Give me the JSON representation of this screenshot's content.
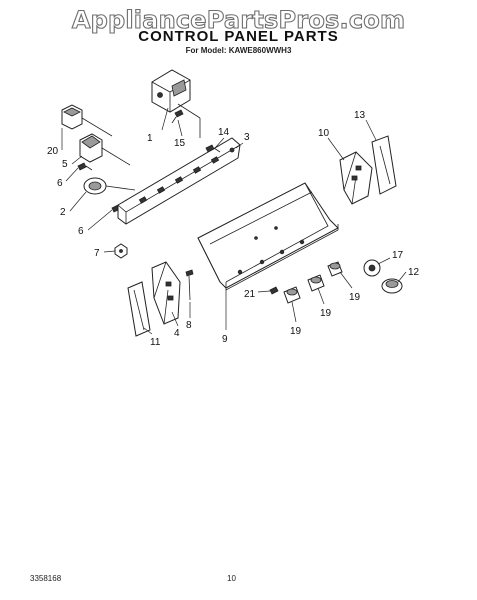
{
  "watermark": "AppliancePartsPros.com",
  "title": "CONTROL PANEL PARTS",
  "model_line": "For Model: KAWE860WWH3",
  "footer": {
    "doc_number": "3358168",
    "page_number": "10"
  },
  "callouts": [
    "1",
    "15",
    "14",
    "3",
    "20",
    "5",
    "6",
    "2",
    "6",
    "7",
    "13",
    "10",
    "17",
    "12",
    "19",
    "19",
    "21",
    "19",
    "8",
    "4",
    "11",
    "9"
  ]
}
